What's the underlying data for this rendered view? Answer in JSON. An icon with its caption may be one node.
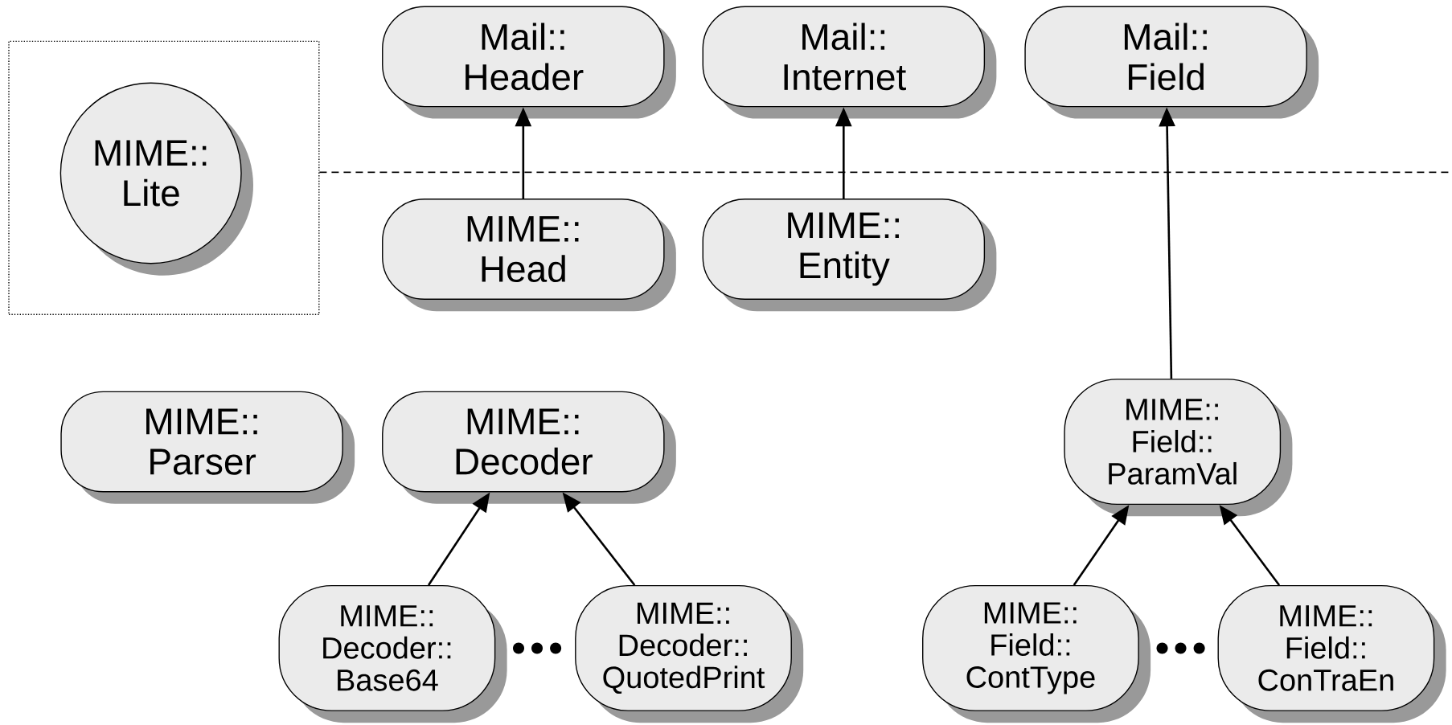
{
  "diagram": {
    "nodes": [
      {
        "text": [],
        "shape": "box"
      },
      {
        "text": [
          "MIME:: Lite"
        ],
        "in": 0
      },
      {
        "text": [
          "Mail:: Header"
        ]
      },
      {
        "text": [
          "Mail:: Internet"
        ]
      },
      {
        "text": [
          "Mail:: Field"
        ]
      },
      {
        "text": [
          "MIME:: Head"
        ]
      },
      {
        "text": [
          "MIME:: Entity"
        ]
      },
      {
        "text": [
          "MIME:: Parser"
        ]
      },
      {
        "text": [
          "MIME:: Decoder"
        ]
      },
      {
        "text": [
          "MIME:: Field:: ParamVal"
        ]
      },
      {
        "text": [
          "MIME:: Decoder:: Base64"
        ]
      },
      {
        "text": [
          "MIME:: Decoder:: QuotedPrint"
        ]
      },
      {
        "text": [
          "MIME:: Field:: ContType"
        ]
      },
      {
        "text": [
          "MIME:: Field:: ConTraEn"
        ]
      }
    ],
    "edges": [
      {
        "from": 5,
        "to": 2,
        "arrow": "to"
      },
      {
        "from": 6,
        "to": 3,
        "arrow": "to"
      },
      {
        "from": 9,
        "to": 4,
        "arrow": "to"
      },
      {
        "from": 10,
        "to": 8,
        "arrow": "to"
      },
      {
        "from": 11,
        "to": 8,
        "arrow": "to"
      },
      {
        "from": 12,
        "to": 9,
        "arrow": "to"
      },
      {
        "from": 13,
        "to": 9,
        "arrow": "to"
      }
    ]
  }
}
